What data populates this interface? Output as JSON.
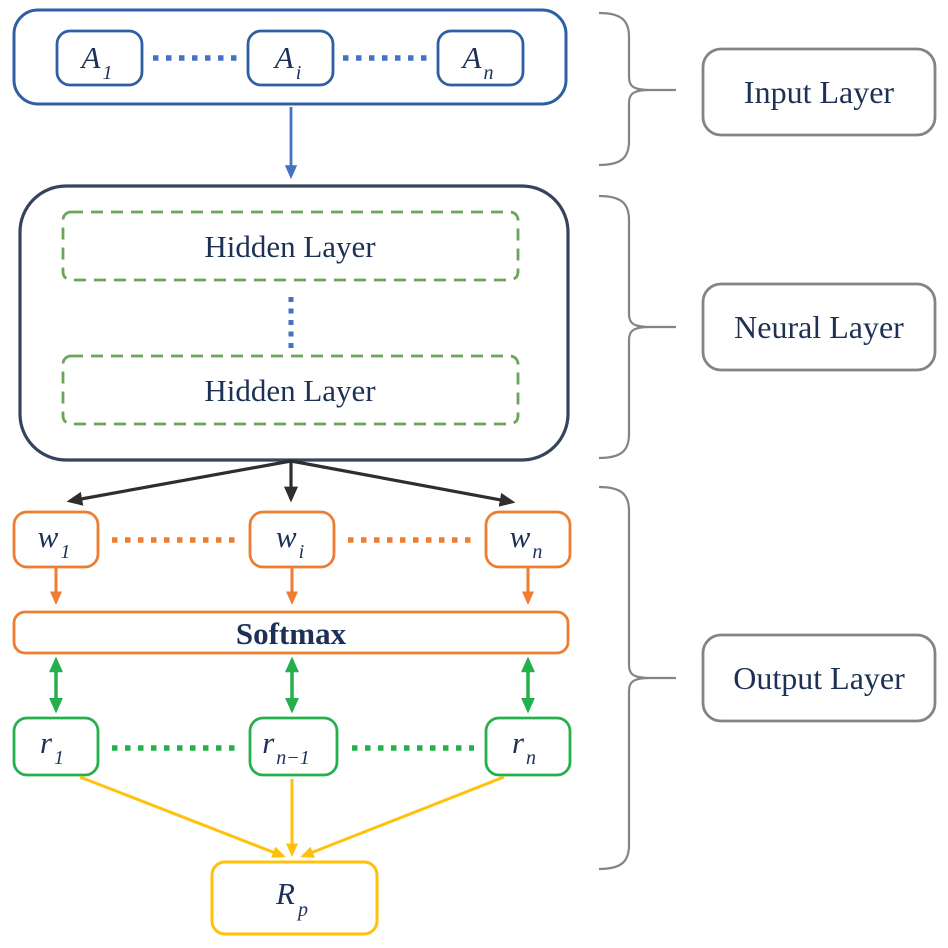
{
  "figure": {
    "side_labels": {
      "input": "Input Layer",
      "neural": "Neural Layer",
      "output": "Output Layer"
    },
    "input_layer": {
      "nodes": [
        {
          "base": "A",
          "sub": "1"
        },
        {
          "base": "A",
          "sub": "i"
        },
        {
          "base": "A",
          "sub": "n"
        }
      ]
    },
    "neural_layer": {
      "hidden_top": "Hidden Layer",
      "hidden_bottom": "Hidden Layer"
    },
    "output_layer": {
      "weight_nodes": [
        {
          "base": "w",
          "sub": "1"
        },
        {
          "base": "w",
          "sub": "i"
        },
        {
          "base": "w",
          "sub": "n"
        }
      ],
      "softmax": "Softmax",
      "rating_nodes": [
        {
          "base": "r",
          "sub": "1"
        },
        {
          "base": "r",
          "sub": "n−1"
        },
        {
          "base": "r",
          "sub": "n"
        }
      ],
      "final_node": {
        "base": "R",
        "sub": "p"
      }
    }
  },
  "colors": {
    "input_blue": "#2e5fa3",
    "dot_blue": "#4472c4",
    "neural_border": "#35445c",
    "hidden_green": "#6aa55a",
    "orange": "#ed7d31",
    "green": "#24b04d",
    "yellow": "#ffc10a",
    "gray": "#848484",
    "black": "#2e2e2e",
    "text_navy": "#1d3156"
  }
}
